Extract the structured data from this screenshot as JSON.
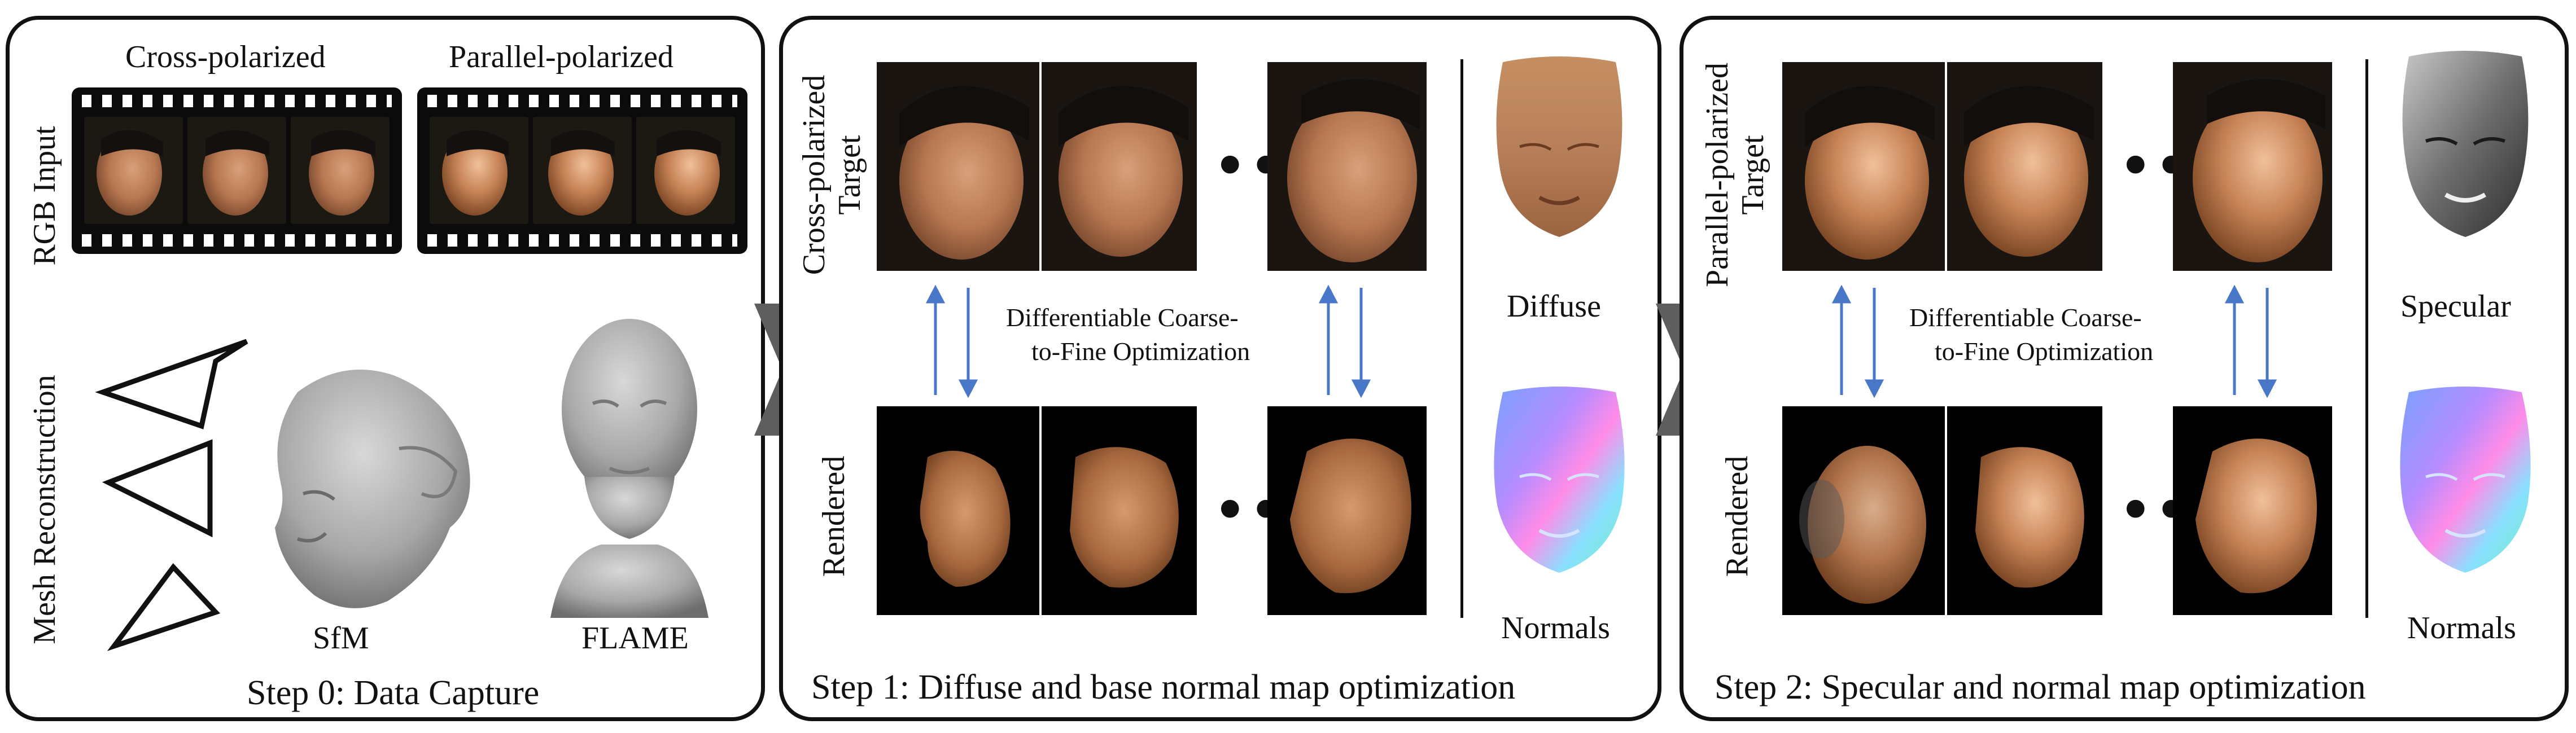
{
  "step0": {
    "title": "Step 0: Data Capture",
    "rgb_label": "RGB Input",
    "mesh_label": "Mesh Reconstruction",
    "cross_label": "Cross-polarized",
    "parallel_label": "Parallel-polarized",
    "sfm_label": "SfM",
    "flame_label": "FLAME"
  },
  "step1": {
    "title": "Step 1: Diffuse and base normal map optimization",
    "target_label_line1": "Cross-polarized",
    "target_label_line2": "Target",
    "rendered_label": "Rendered",
    "optimization_line1": "Differentiable Coarse-",
    "optimization_line2": "to-Fine Optimization",
    "ellipsis": "•••",
    "diffuse_label": "Diffuse",
    "normals_label": "Normals"
  },
  "step2": {
    "title": "Step 2: Specular and normal map optimization",
    "target_label_line1": "Parallel-polarized",
    "target_label_line2": "Target",
    "rendered_label": "Rendered",
    "optimization_line1": "Differentiable Coarse-",
    "optimization_line2": "to-Fine Optimization",
    "ellipsis": "•••",
    "specular_label": "Specular",
    "normals_label": "Normals"
  },
  "colors": {
    "arrow": "#4a78c8",
    "chevron": "#5e5e5e",
    "border": "#111111"
  }
}
